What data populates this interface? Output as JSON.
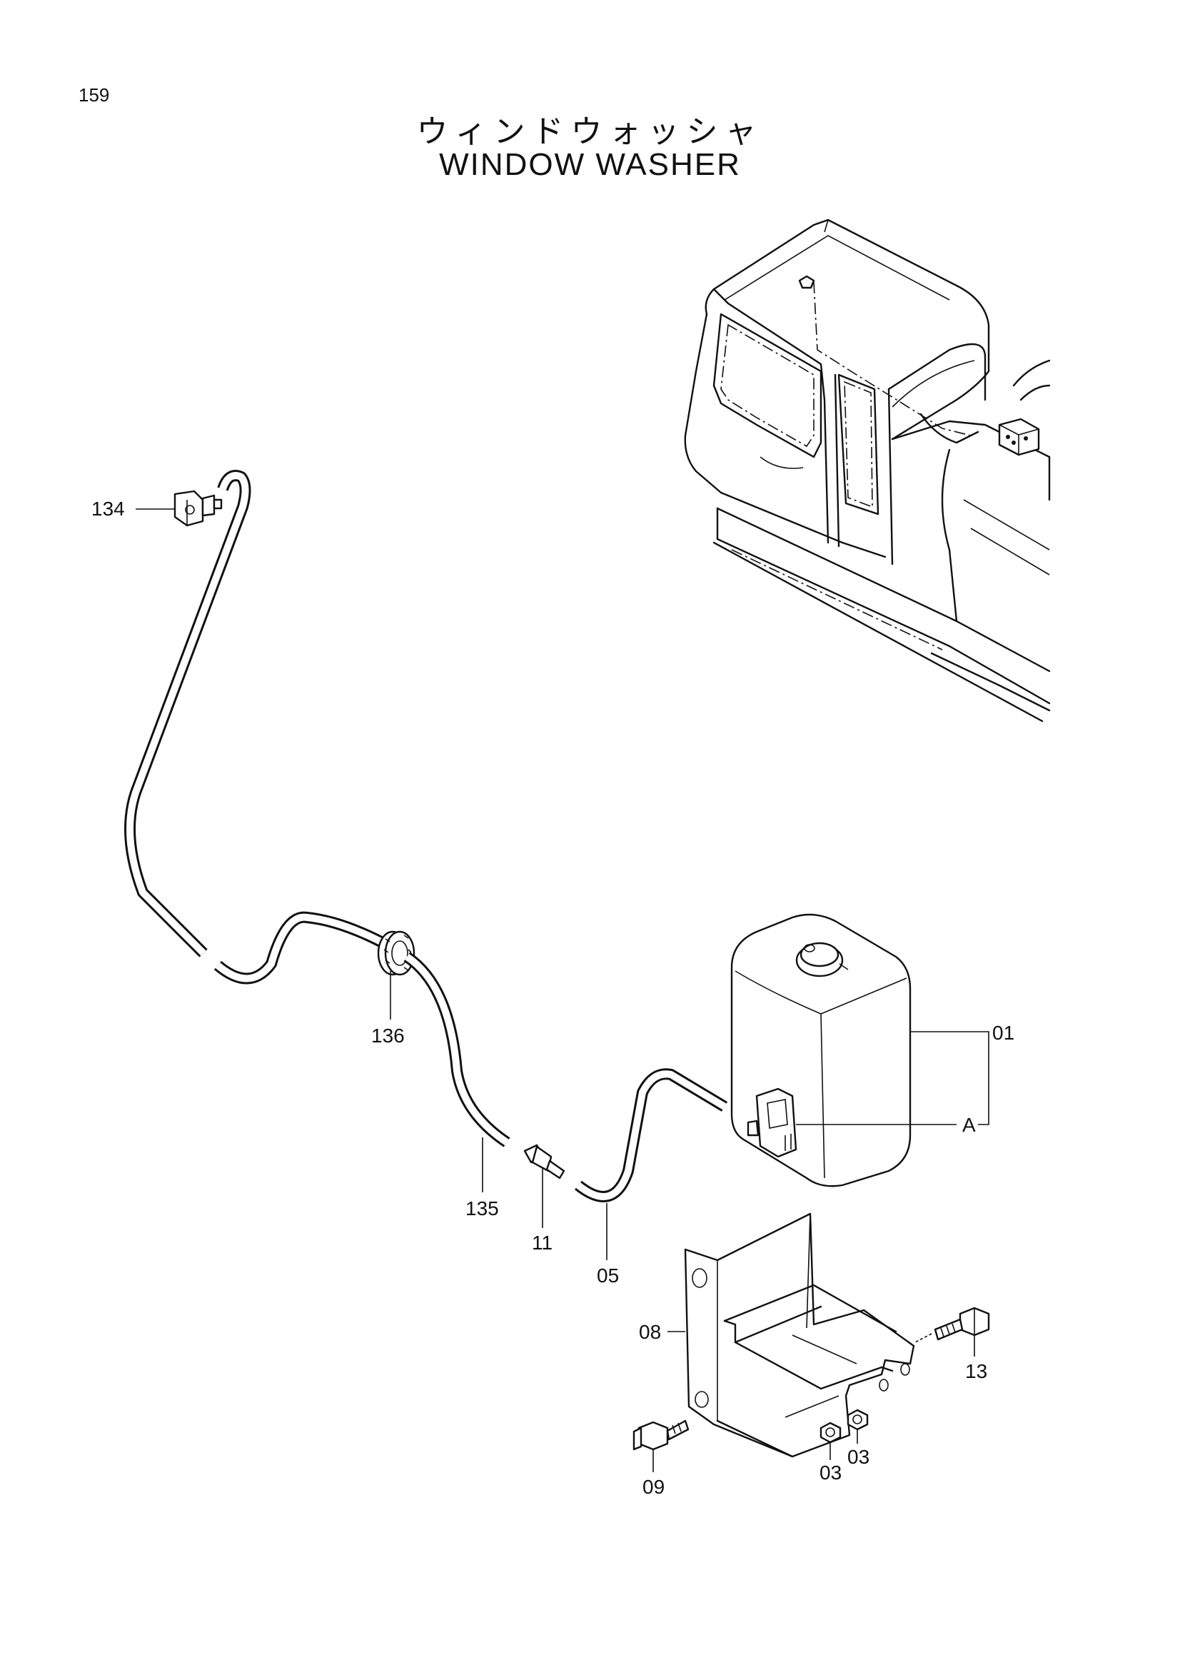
{
  "page": {
    "number": "159",
    "title_jp": "ウィンドウォッシャ",
    "title_en": "WINDOW WASHER"
  },
  "callouts": {
    "c134": "134",
    "c136": "136",
    "c135": "135",
    "c11": "11",
    "c05": "05",
    "c01": "01",
    "cA": "A",
    "c08": "08",
    "c13": "13",
    "c09": "09",
    "c03a": "03",
    "c03b": "03"
  }
}
